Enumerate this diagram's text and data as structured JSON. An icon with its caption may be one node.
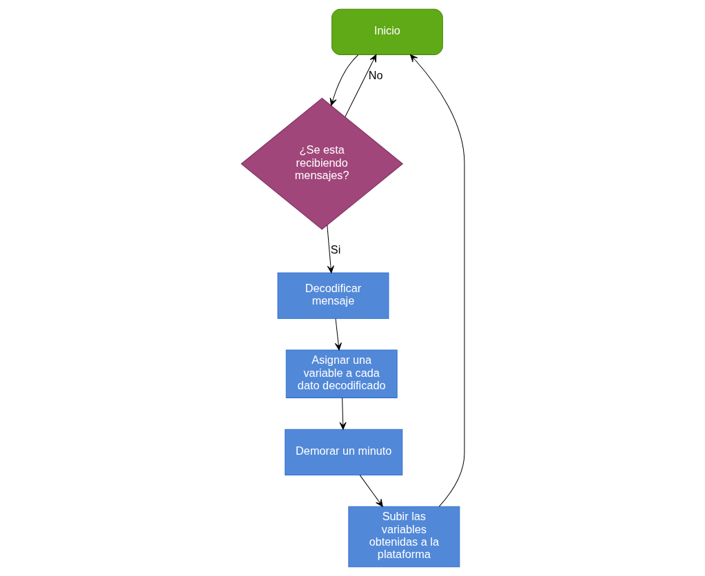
{
  "diagram": {
    "nodes": [
      {
        "text": [
          "Inicio"
        ]
      },
      {
        "text": [
          "¿Se esta recibiendo mensajes?"
        ]
      },
      {
        "text": [
          "Decodificar mensaje"
        ]
      },
      {
        "text": [
          "Asignar una variable a cada dato decodificado"
        ]
      },
      {
        "text": [
          "Demorar un minuto"
        ]
      },
      {
        "text": [
          "Subir las variables obtenidas a la plataforma"
        ]
      }
    ],
    "edges": [
      {
        "from": 0,
        "to": 1,
        "arrow": "to"
      },
      {
        "from": 1,
        "to": 2,
        "arrow": "to",
        "label": "Si"
      },
      {
        "from": 1,
        "to": 0,
        "arrow": "to",
        "label": "No"
      },
      {
        "from": 2,
        "to": 3,
        "arrow": "to"
      },
      {
        "from": 3,
        "to": 4,
        "arrow": "to"
      },
      {
        "from": 4,
        "to": 5,
        "arrow": "to"
      },
      {
        "from": 5,
        "to": 0,
        "arrow": "to"
      }
    ]
  }
}
